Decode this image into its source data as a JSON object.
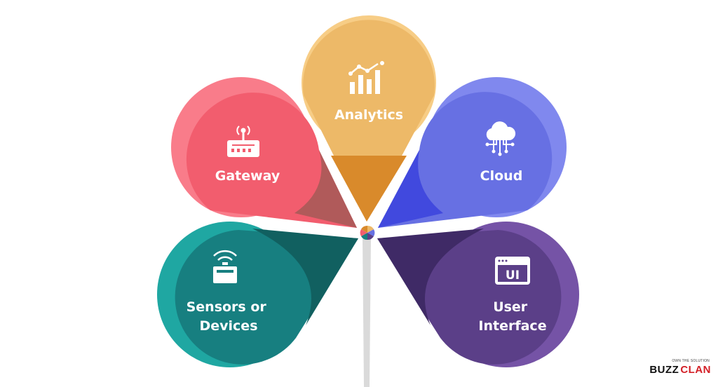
{
  "diagram": {
    "petals": [
      {
        "id": "analytics",
        "label_lines": [
          "Analytics"
        ],
        "icon": "bar-chart-icon",
        "color": "#EDB968",
        "shade": "#D98A2B",
        "rim": "#F7CD86"
      },
      {
        "id": "gateway",
        "label_lines": [
          "Gateway"
        ],
        "icon": "router-icon",
        "color": "#F25D6E",
        "shade": "#B05A5A",
        "rim": "#F97C8A"
      },
      {
        "id": "cloud",
        "label_lines": [
          "Cloud"
        ],
        "icon": "cloud-network-icon",
        "color": "#6770E3",
        "shade": "#4149DE",
        "rim": "#8088EE"
      },
      {
        "id": "sensors",
        "label_lines": [
          "Sensors or",
          "Devices"
        ],
        "icon": "sensor-device-icon",
        "color": "#177F80",
        "shade": "#116060",
        "rim": "#1FA7A2"
      },
      {
        "id": "ui",
        "label_lines": [
          "User",
          "Interface"
        ],
        "icon": "ui-window-icon",
        "color": "#5B3F88",
        "shade": "#3F2A66",
        "rim": "#7553A6"
      }
    ],
    "stem_color": "#DADADA",
    "hub_colors": [
      "#EDB968",
      "#6770E3",
      "#5B3F88",
      "#177F80",
      "#F25D6E"
    ]
  },
  "brand": {
    "word1": "BUZZ",
    "word2": "CLAN",
    "tagline": "OWN THE SOLUTION"
  }
}
